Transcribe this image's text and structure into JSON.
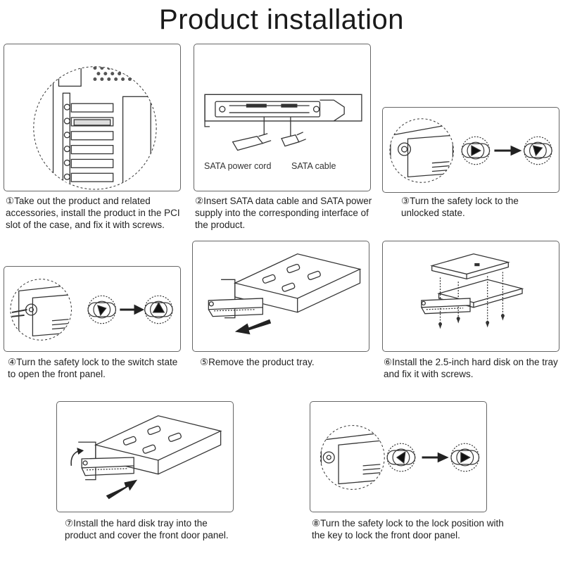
{
  "title": "Product installation",
  "steps": [
    {
      "caption": "①Take out the product and related accessories, install the product in the PCI slot of the case, and fix it with screws."
    },
    {
      "caption": "②Insert SATA data cable and SATA power supply into the corresponding interface of the product.",
      "labels": {
        "power": "SATA power cord",
        "data": "SATA cable"
      }
    },
    {
      "caption": "③Turn the safety lock to the unlocked state."
    },
    {
      "caption": "④Turn the safety lock to the switch state to open the front panel."
    },
    {
      "caption": "⑤Remove the product tray."
    },
    {
      "caption": "⑥Install the 2.5-inch hard disk on the tray and fix it with screws."
    },
    {
      "caption": "⑦Install the hard disk tray into the product and cover the front door panel."
    },
    {
      "caption": "⑧Turn the safety lock to the lock position with the key to lock the front door panel."
    }
  ],
  "colors": {
    "line": "#333333",
    "border": "#666666",
    "arrow": "#222222"
  }
}
